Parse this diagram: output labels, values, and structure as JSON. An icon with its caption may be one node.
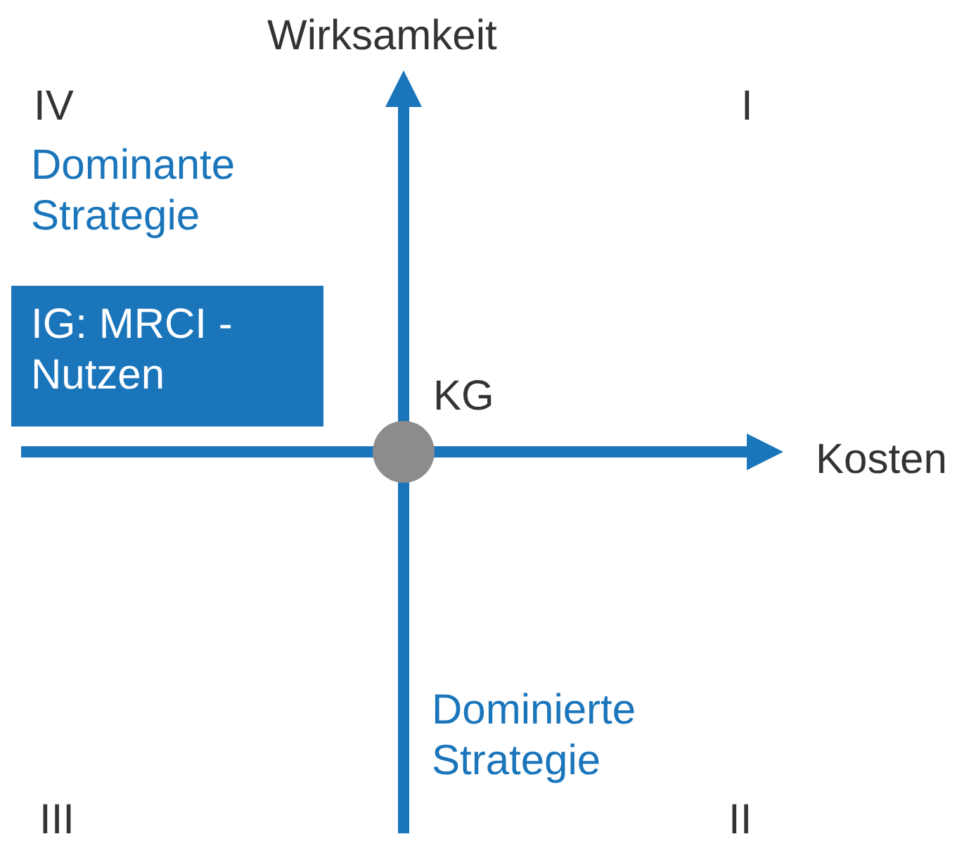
{
  "diagram": {
    "nodes": [
      {
        "text": [
          "IG: MRCI - Nutzen"
        ]
      },
      {
        "text": [],
        "shape": "circle",
        "beside": [
          "KG"
        ]
      }
    ],
    "edges": [],
    "labels": [
      "Wirksamkeit",
      "IV",
      "I",
      "Dominante Strategie",
      "Kosten",
      "Dominierte Strategie",
      "III",
      "II"
    ]
  }
}
